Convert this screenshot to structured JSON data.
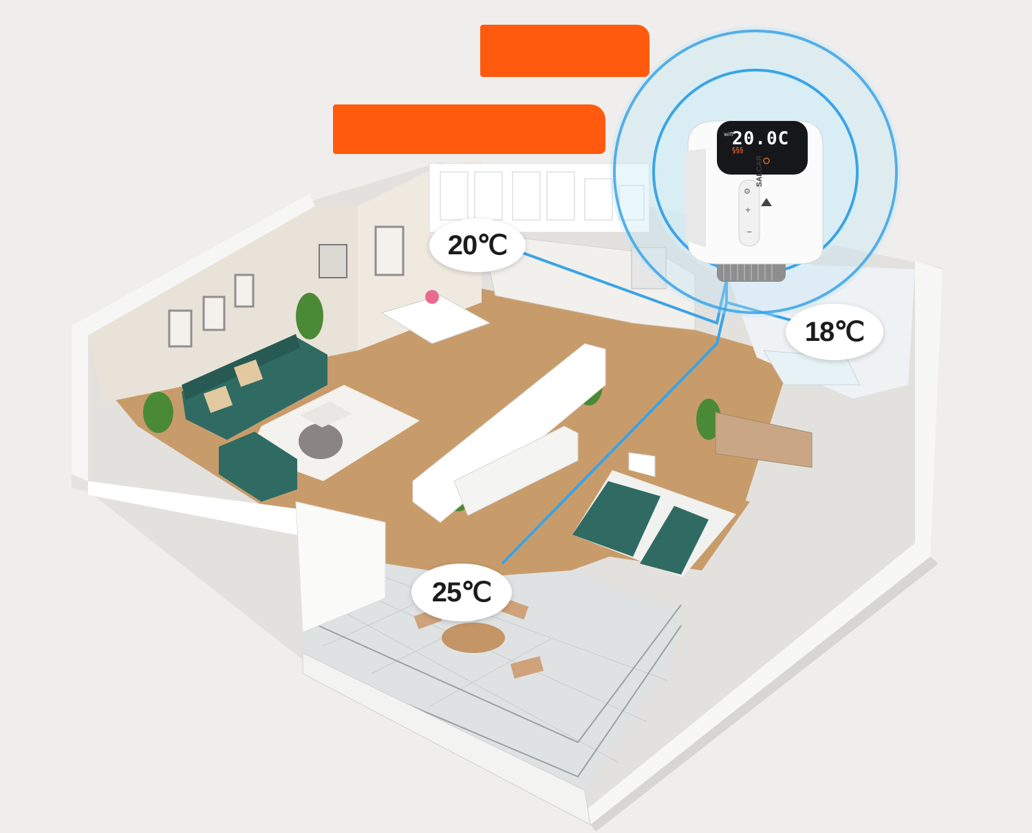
{
  "banners": [
    {
      "id": "banner-1",
      "text": ""
    },
    {
      "id": "banner-2",
      "text": ""
    }
  ],
  "temperatures": {
    "kitchen": "20℃",
    "bathroom": "18℃",
    "balcony": "25℃"
  },
  "device": {
    "display_temp": "20.0C",
    "brand": "SALCAR"
  },
  "colors": {
    "banner": "#ff5a0e",
    "signal": "#3aa3e6",
    "sofa": "#2f6b63",
    "floor": "#c89c6a"
  }
}
